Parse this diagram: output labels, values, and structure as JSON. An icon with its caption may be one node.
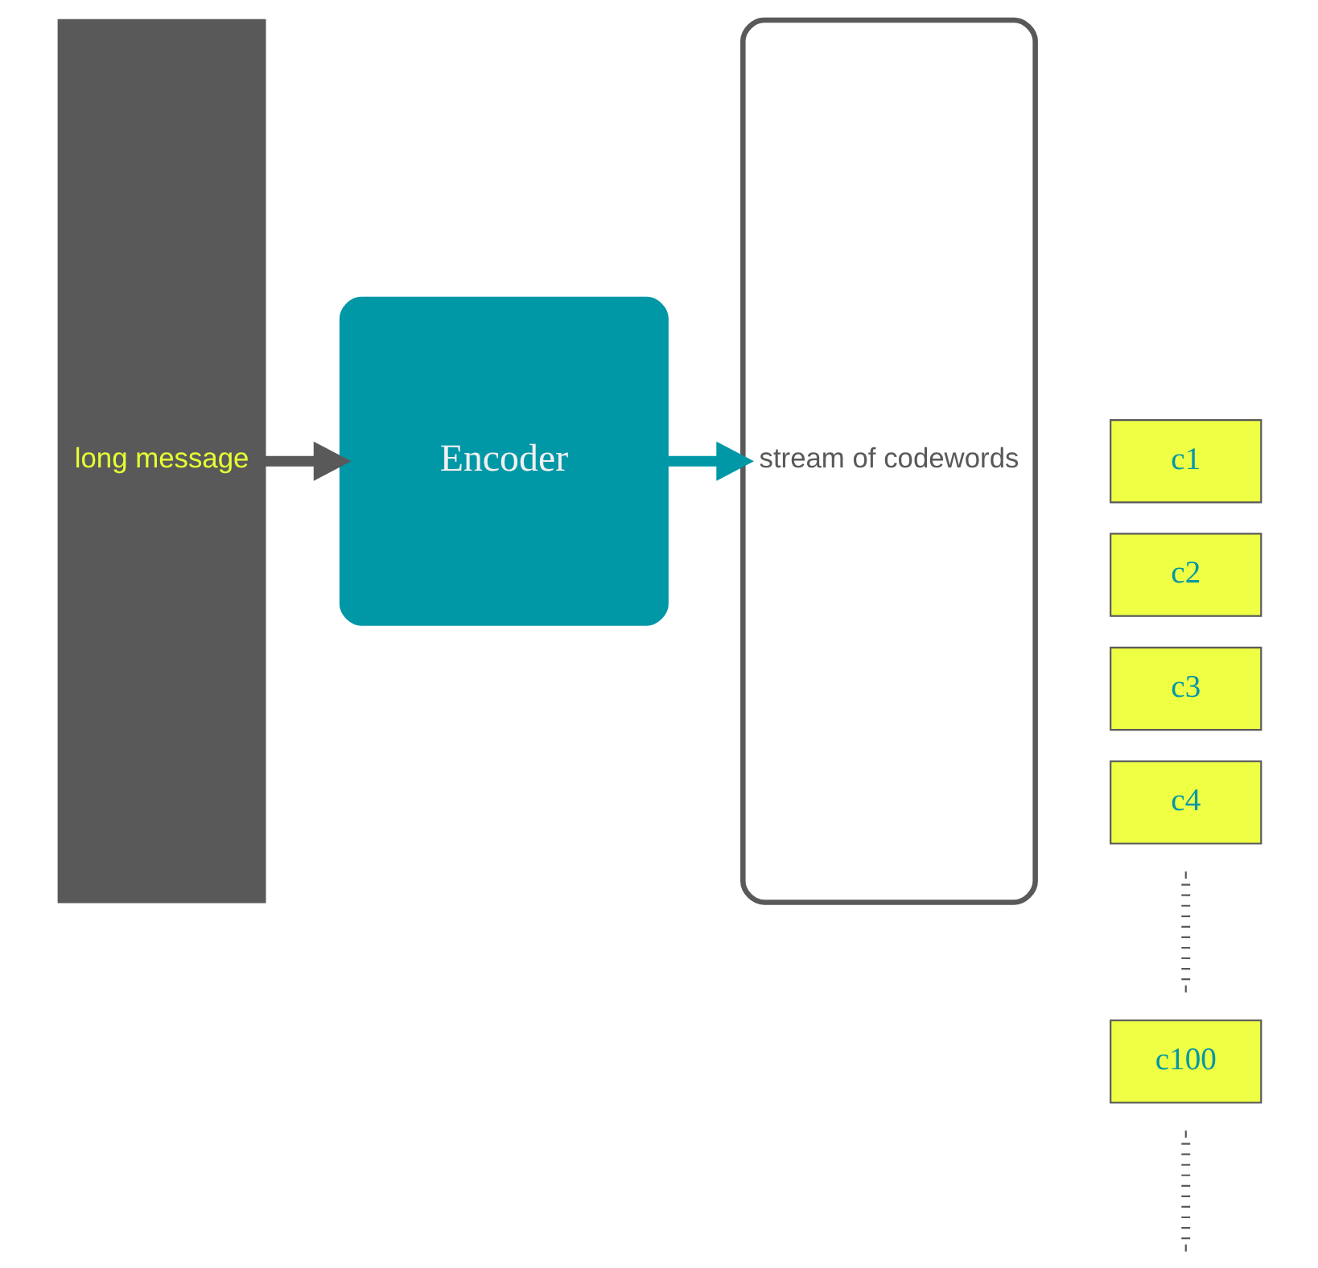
{
  "diagram": {
    "nodes": [
      {
        "text": [
          "long message"
        ]
      },
      {
        "text": [
          "Encoder"
        ]
      },
      {
        "text": [
          "stream of codewords"
        ]
      },
      {
        "text": [
          "c1"
        ]
      },
      {
        "text": [
          "c2"
        ]
      },
      {
        "text": [
          "c3"
        ]
      },
      {
        "text": [
          "c4"
        ]
      },
      {
        "text": [
          "c100"
        ]
      }
    ],
    "edges": [
      {
        "from": 0,
        "to": 1,
        "arrow": "to",
        "color": "#595959"
      },
      {
        "from": 1,
        "to": 2,
        "arrow": "to",
        "color": "#0097a7"
      }
    ]
  }
}
